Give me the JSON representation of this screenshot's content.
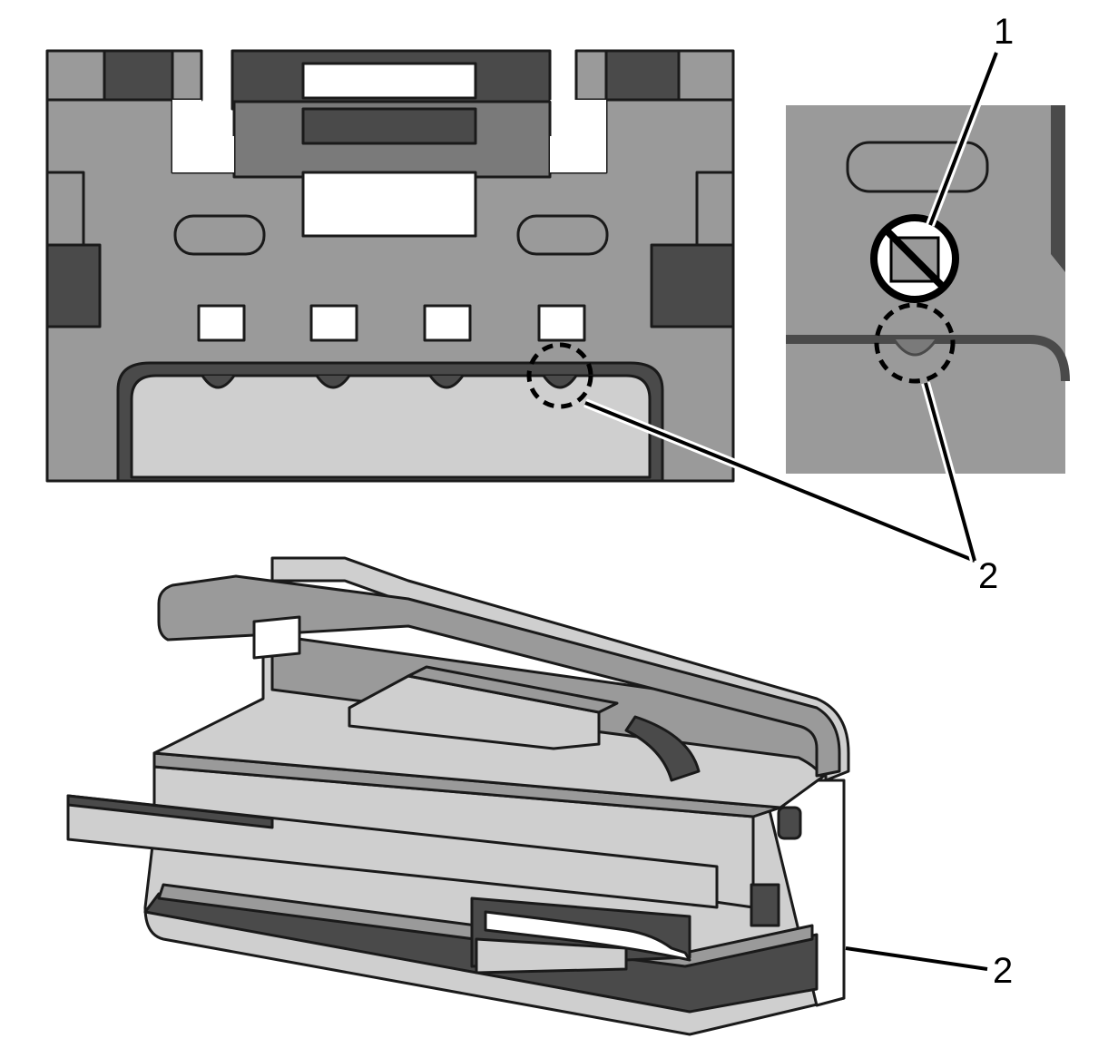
{
  "callouts": {
    "c1": "1",
    "c2_top": "2",
    "c2_bottom": "2"
  },
  "palette": {
    "background": "#ffffff",
    "body_mid": "#9a9a9a",
    "body_light": "#cfcfcf",
    "body_dark": "#4a4a4a",
    "outline": "#1a1a1a"
  }
}
